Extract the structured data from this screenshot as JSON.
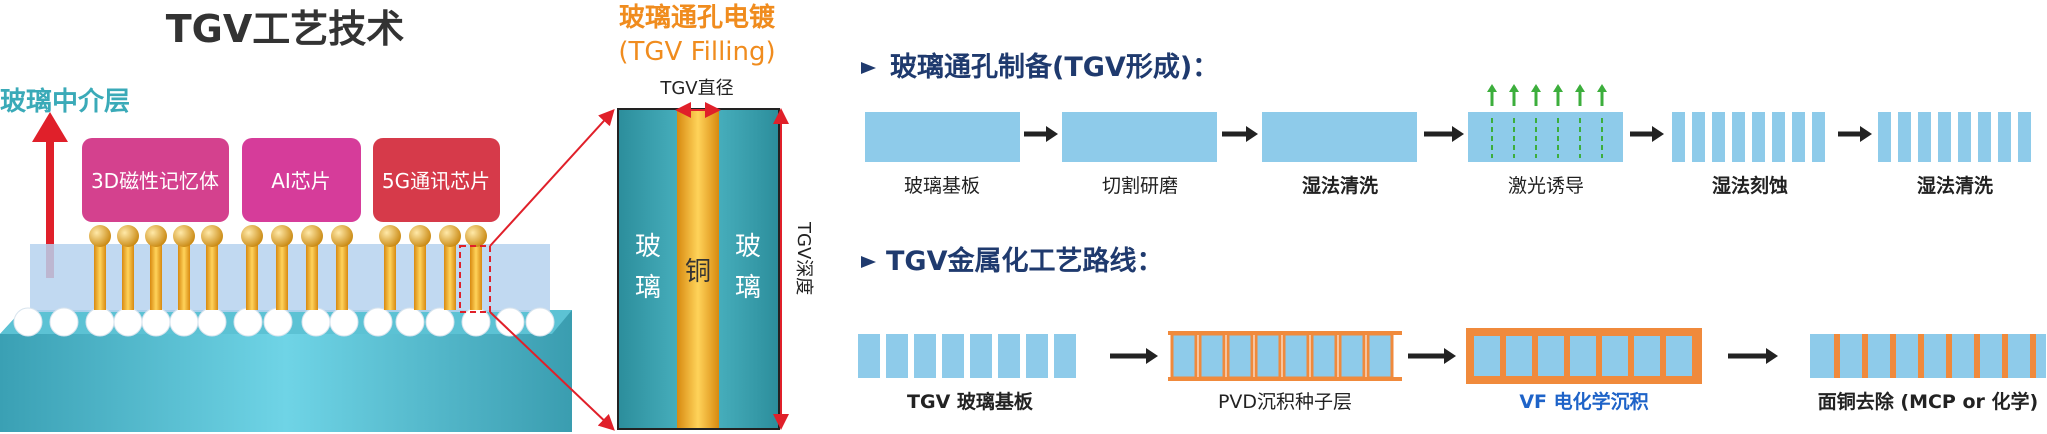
{
  "left": {
    "title": "TGV工艺技术",
    "interposer_label": "玻璃中介层",
    "chips": [
      "3D磁性记忆体",
      "AI芯片",
      "5G通讯芯片"
    ]
  },
  "middle": {
    "title_line1": "玻璃通孔电镀",
    "title_line2": "(TGV Filling)",
    "diameter_label": "TGV直径",
    "depth_label": "TGV深度",
    "glass_left": "玻璃",
    "copper": "铜",
    "glass_right": "玻璃"
  },
  "right": {
    "section1_title": "玻璃通孔制备(TGV形成)：",
    "section1_steps": [
      "玻璃基板",
      "切割研磨",
      "湿法清洗",
      "激光诱导",
      "湿法刻蚀",
      "湿法清洗"
    ],
    "section2_title": "TGV金属化工艺路线：",
    "section2_steps": [
      "TGV 玻璃基板",
      "PVD沉积种子层",
      "VF 电化学沉积",
      "面铜去除 (MCP or 化学)"
    ]
  },
  "colors": {
    "title_orange": "#f08c1e",
    "teal_text": "#3aaab8",
    "navy_text": "#1f3a6e",
    "highlight_blue": "#1e63c8",
    "chip_pink": "#d4418e",
    "chip_red": "#d63a4a",
    "box_blue": "#8ecbea",
    "copper": "#f0a21a",
    "seed_orange": "#f08a3c",
    "arrow_red": "#e0202a"
  }
}
